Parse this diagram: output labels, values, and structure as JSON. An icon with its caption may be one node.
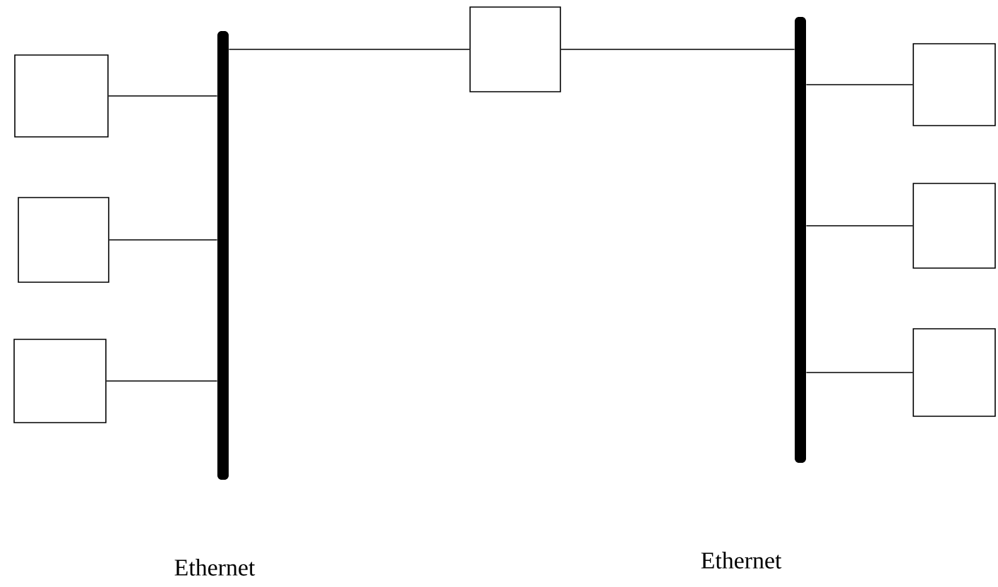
{
  "diagram": {
    "nodes": [
      {
        "text": [],
        "shape": "box"
      },
      {
        "text": [],
        "shape": "box"
      },
      {
        "text": [],
        "shape": "box"
      },
      {
        "text": [],
        "shape": "bar",
        "beside": [
          "Ethernet"
        ]
      },
      {
        "text": [],
        "shape": "box"
      },
      {
        "text": [],
        "shape": "bar",
        "beside": [
          "Ethernet"
        ]
      },
      {
        "text": [],
        "shape": "box"
      },
      {
        "text": [],
        "shape": "box"
      },
      {
        "text": [],
        "shape": "box"
      }
    ],
    "edges": [
      {
        "from": 0,
        "to": 3,
        "arrow": "none"
      },
      {
        "from": 1,
        "to": 3,
        "arrow": "none"
      },
      {
        "from": 2,
        "to": 3,
        "arrow": "none"
      },
      {
        "from": 3,
        "to": 4,
        "arrow": "none"
      },
      {
        "from": 4,
        "to": 5,
        "arrow": "none"
      },
      {
        "from": 5,
        "to": 6,
        "arrow": "none"
      },
      {
        "from": 5,
        "to": 7,
        "arrow": "none"
      },
      {
        "from": 5,
        "to": 8,
        "arrow": "none"
      }
    ]
  }
}
